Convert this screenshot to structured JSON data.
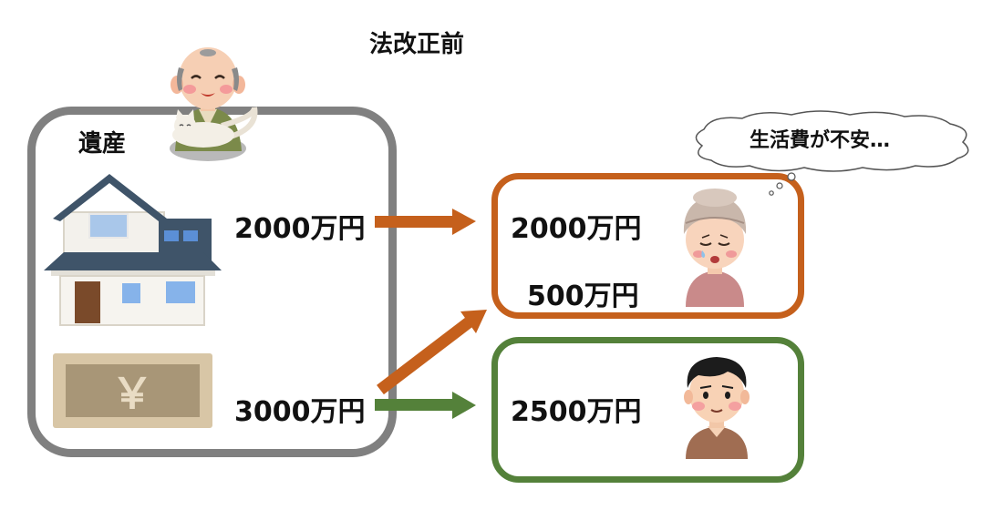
{
  "title": "法改正前",
  "estate": {
    "label": "遺産",
    "house_amount": "2000万円",
    "cash_amount": "3000万円",
    "cash_symbol": "￥"
  },
  "heirs": {
    "wife": {
      "house_amount": "2000万円",
      "cash_amount": "500万円"
    },
    "child": {
      "cash_amount": "2500万円"
    }
  },
  "thought": "生活費が不安…",
  "colors": {
    "estate_border": "#808080",
    "wife_accent": "#c5601c",
    "child_accent": "#54813a"
  },
  "icons": [
    "grandfather-icon",
    "cat-icon",
    "house-icon",
    "banknote-icon",
    "grandmother-icon",
    "son-icon",
    "thought-cloud-icon",
    "arrow-icon"
  ]
}
